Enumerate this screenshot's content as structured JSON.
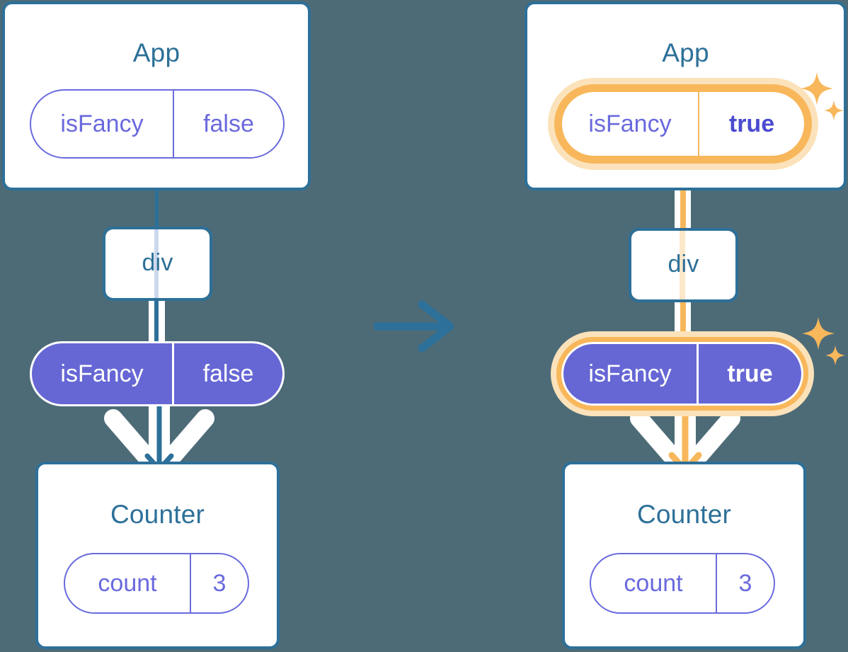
{
  "background_color": "#4d6b77",
  "palette": {
    "blue": "#2d7099",
    "purple_outline": "#6a6ade",
    "purple_fill": "#6667d4",
    "orange": "#f8b75b",
    "orange_glow": "#fbe2ba",
    "white": "#ffffff"
  },
  "transition": {
    "icon": "arrow-right-icon",
    "color": "#2d7099"
  },
  "before": {
    "app": {
      "title": "App",
      "state": {
        "key": "isFancy",
        "value": "false",
        "style": "outline",
        "highlighted": false
      }
    },
    "div": {
      "title": "div"
    },
    "props": {
      "key": "isFancy",
      "value": "false",
      "style": "solid",
      "highlighted": false
    },
    "counter": {
      "title": "Counter",
      "state": {
        "key": "count",
        "value": "3",
        "style": "outline",
        "highlighted": false
      }
    },
    "connectors": {
      "color": "#2d7099",
      "arrow_color": "#2d7099"
    }
  },
  "after": {
    "app": {
      "title": "App",
      "state": {
        "key": "isFancy",
        "value": "true",
        "style": "outline",
        "highlighted": true
      }
    },
    "div": {
      "title": "div"
    },
    "props": {
      "key": "isFancy",
      "value": "true",
      "style": "solid",
      "highlighted": true
    },
    "counter": {
      "title": "Counter",
      "state": {
        "key": "count",
        "value": "3",
        "style": "outline",
        "highlighted": false
      }
    },
    "connectors": {
      "color": "#f8b75b",
      "arrow_color": "#f8b75b"
    },
    "sparkles": [
      {
        "name": "sparkle-app-state"
      },
      {
        "name": "sparkle-props"
      }
    ]
  }
}
